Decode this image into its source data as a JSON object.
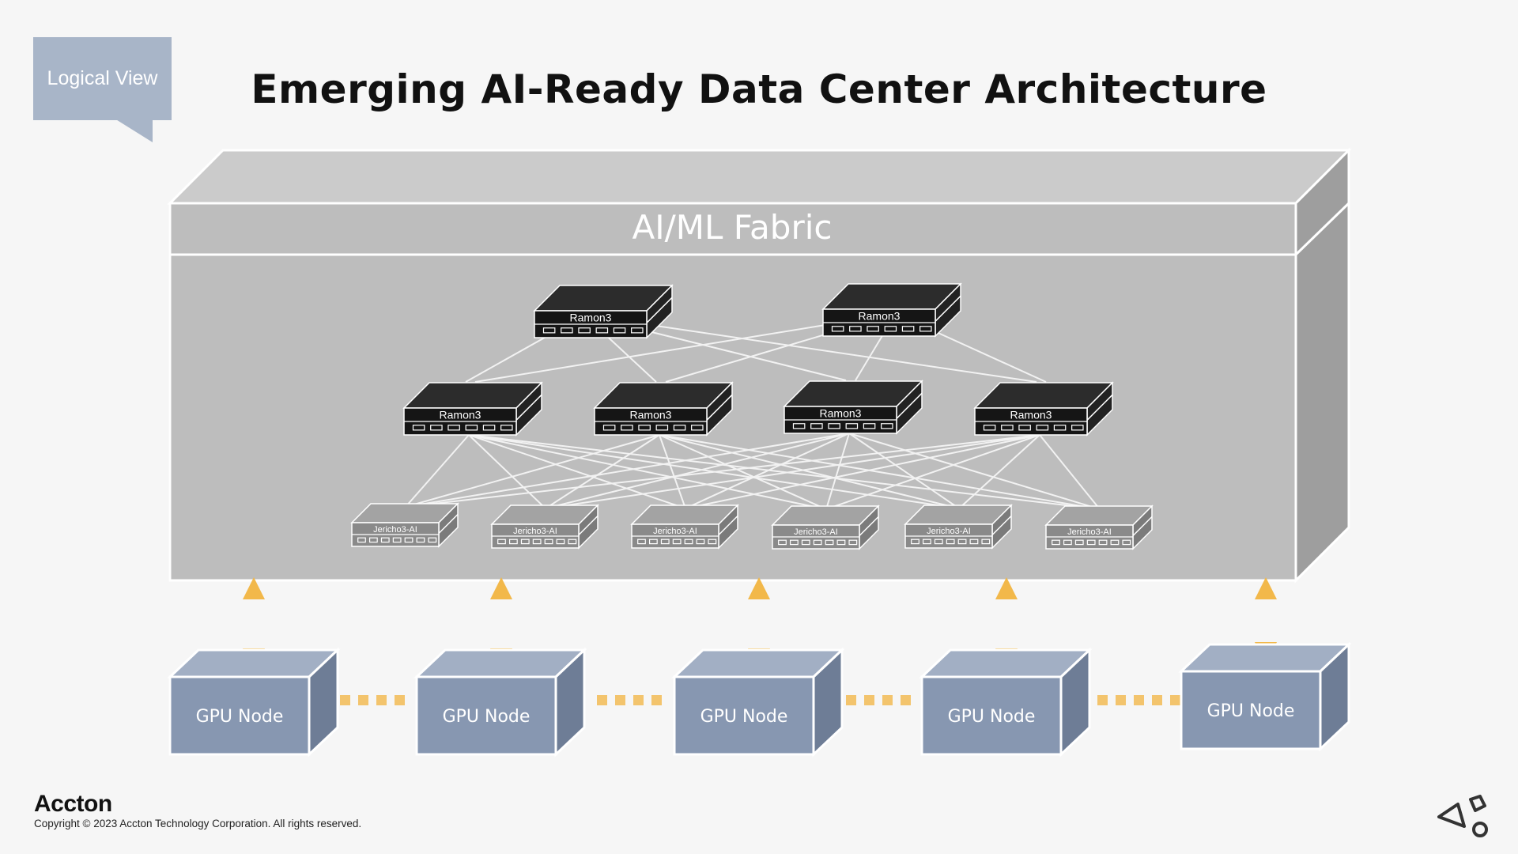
{
  "callout": {
    "label": "Logical View"
  },
  "title": "Emerging AI-Ready Data Center Architecture",
  "fabric": {
    "label": "AI/ML Fabric"
  },
  "switches": {
    "spine_top": [
      "Ramon3",
      "Ramon3"
    ],
    "spine_mid": [
      "Ramon3",
      "Ramon3",
      "Ramon3",
      "Ramon3"
    ],
    "leaf": [
      "Jericho3-AI",
      "Jericho3-AI",
      "Jericho3-AI",
      "Jericho3-AI",
      "Jericho3-AI",
      "Jericho3-AI"
    ]
  },
  "gpu_nodes": [
    "GPU Node",
    "GPU Node",
    "GPU Node",
    "GPU Node",
    "GPU Node"
  ],
  "footer": {
    "brand": "Accton",
    "copyright": "Copyright © 2023 Accton Technology Corporation. All rights reserved."
  },
  "colors": {
    "background": "#f6f6f6",
    "fabric_front": "#bdbdbd",
    "fabric_top": "#cbcbcb",
    "fabric_side": "#9e9e9e",
    "gpu_front": "#8797b1",
    "gpu_top": "#a2afc4",
    "gpu_side": "#6e7d96",
    "arrow": "#f2b84a",
    "switch_dark": "#1a1a1a",
    "switch_leaf": "#8a8a8a"
  }
}
